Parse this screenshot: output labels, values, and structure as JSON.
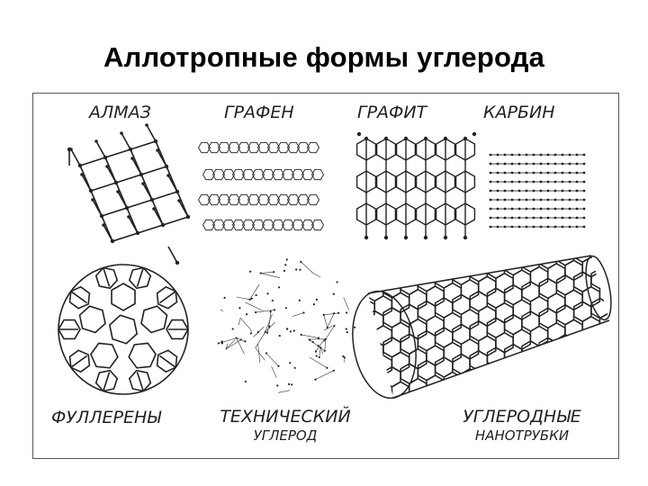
{
  "slide": {
    "title": "Аллотропные формы углерода"
  },
  "figure": {
    "labels": {
      "diamond": "Алмаз",
      "graphene": "Графен",
      "graphite": "Графит",
      "carbyne": "Карбин",
      "fullerenes": "Фуллерены",
      "technical_carbon_line1": "Технический",
      "technical_carbon_line2": "углерод",
      "nanotubes_line1": "Углеродные",
      "nanotubes_line2": "нанотрубки"
    }
  }
}
